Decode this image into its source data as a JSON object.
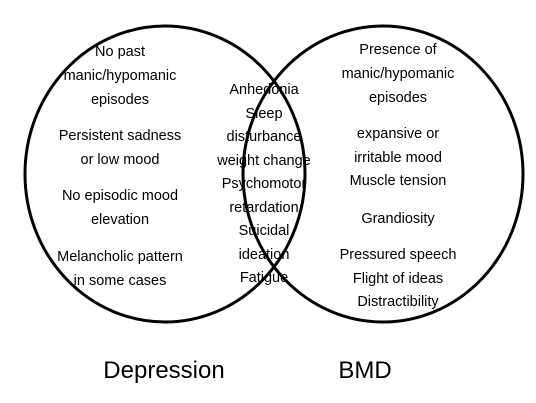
{
  "sets": {
    "left": {
      "label": "Depression",
      "items": [
        "No past",
        "manic/hypomanic",
        "episodes",
        "Persistent sadness",
        "or low mood",
        "No episodic mood",
        "elevation",
        "Melancholic pattern",
        "in some cases"
      ]
    },
    "right": {
      "label": "BMD",
      "items": [
        "Presence of",
        "manic/hypomanic",
        "episodes",
        "expansive or",
        "irritable mood",
        "Muscle tension",
        "Grandiosity",
        "Pressured speech",
        "Flight of ideas",
        "Distractibility"
      ]
    },
    "overlap": {
      "items": [
        "Anhedonia",
        "Sleep",
        "disturbance",
        "weight change",
        "Psychomotor",
        "retardation",
        "Suicidal",
        "ideation",
        "Fatigue"
      ]
    }
  },
  "colors": {
    "stroke": "#000000",
    "background": "#ffffff",
    "text": "#000000"
  }
}
